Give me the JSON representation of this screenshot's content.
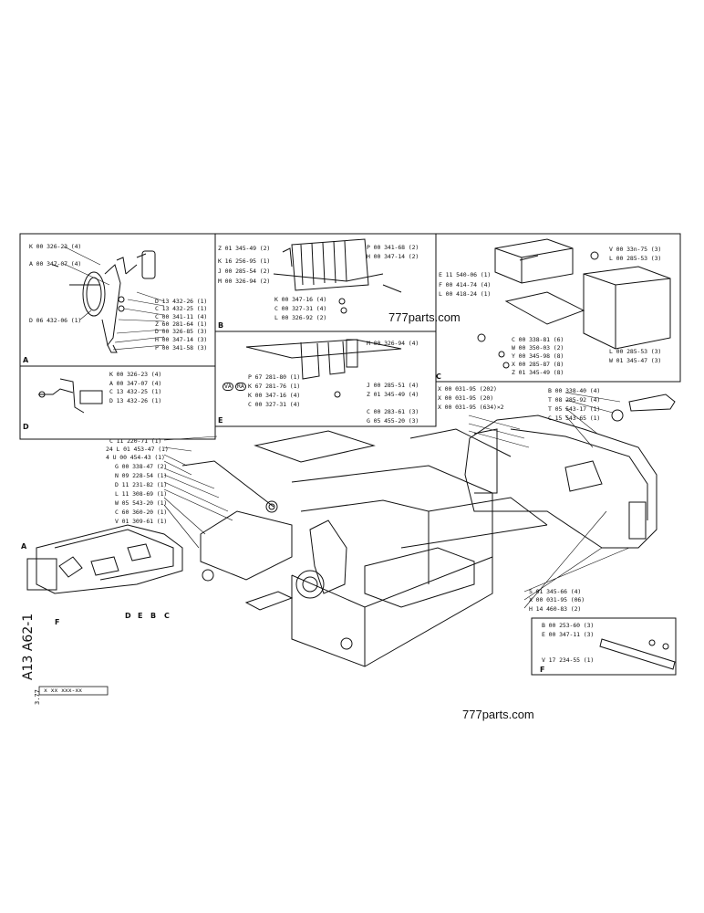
{
  "watermarks": [
    "777parts.com",
    "777parts.com"
  ],
  "sheet": {
    "code": "A13  A62-1",
    "ref": "x xx  xxx-xx",
    "date": "3.77"
  },
  "section_letters": {
    "A": "A",
    "B": "B",
    "C": "C",
    "D": "D",
    "E": "E",
    "F": "F"
  },
  "overview_letters": [
    "A",
    "F",
    "D",
    "E",
    "B",
    "C"
  ],
  "labels_A": [
    "K 00 326-23 (4)",
    "A 00 347-07 (4)",
    "D 13 432-26 (1)",
    "C 13 432-25 (1)",
    "C 00 341-11 (4)",
    "Z 60 281-64 (1)",
    "D 00 326-85 (3)",
    "H 00 347-14 (3)",
    "P 00 341-58 (3)",
    "D 06 432-06 (1)"
  ],
  "labels_B": [
    "Z 01 345-49 (2)",
    "K 16 256-95 (1)",
    "J 00 285-54 (2)",
    "M 00 326-94 (2)",
    "P 00 341-68 (2)",
    "H 00 347-14 (2)",
    "K 00 347-16 (4)",
    "C 00 327-31 (4)",
    "L 00 326-92 (2)"
  ],
  "labels_C": [
    "E 11 540-06 (1)",
    "F 00 414-74 (4)",
    "L 00 418-24 (1)",
    "V 00 33n-75 (3)",
    "L 00 285-53 (3)",
    "C 00 338-81 (6)",
    "W 00 350-03 (2)",
    "Y 00 345-98 (8)",
    "X 00 285-87 (8)",
    "Z 01 345-49 (8)",
    "L 00 285-53 (3)",
    "W 01 345-47 (3)"
  ],
  "labels_D": [
    "K 00 326-23 (4)",
    "A 00 347-07 (4)",
    "C 13 432-25 (1)",
    "D 13 432-26 (1)"
  ],
  "labels_E": [
    "M 00 326-94 (4)",
    "P 67 281-80 (1)",
    "K 67 281-76 (1)",
    "K 00 347-16 (4)",
    "C 00 327-31 (4)",
    "J 00 285-51 (4)",
    "Z 01 345-49 (4)",
    "C 00 283-61 (3)",
    "G 05 455-20 (3)"
  ],
  "circle_marks": [
    "VA",
    "RA"
  ],
  "labels_main_left": [
    "C 11 220-71 (1)",
    "24 L 01 453-47 (1)",
    "4 U 00 454-43 (1)",
    "G 00 338-47 (2)",
    "N 09 228-54 (1)",
    "D 11 231-82 (1)",
    "L 11 308-69 (1)",
    "W 05 543-20 (1)",
    "C 60 360-20 (1)",
    "V 01 309-61 (1)"
  ],
  "labels_main_right_top": [
    "X 00 031-95 (202)",
    "X 00 031-95 (20)",
    "X 00 031-95 (634)×2"
  ],
  "labels_main_right": [
    "B 00 338-40 (4)",
    "T 08 285-92 (4)",
    "T 05 543-17 (1)",
    "C 15 543-65 (1)"
  ],
  "labels_main_bottom": [
    "S 01 345-66 (4)",
    "X 00 031-95 (06)",
    "H 14 460-83 (2)"
  ],
  "labels_F": [
    "B 00 253-60 (3)",
    "E 00 347-11 (3)",
    "V 17 234-55 (1)"
  ]
}
